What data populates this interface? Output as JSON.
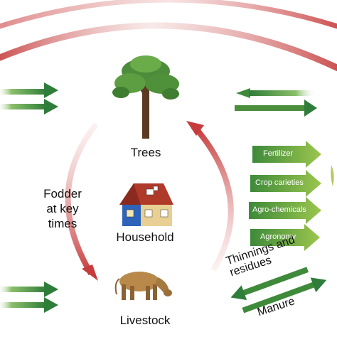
{
  "nodes": {
    "trees": "Trees",
    "household": "Household",
    "livestock": "Livestock"
  },
  "cycle_label": "Fodder\nat key\ntimes",
  "inputs": [
    "Fertilizer",
    "Crop carieties",
    "Agro-chemicals",
    "Agronomy"
  ],
  "exchanges": {
    "thinnings": "Thinnings and residues",
    "manure": "Manure"
  },
  "colors": {
    "cycle_arrow": "#c94040",
    "input_arrow_start": "#2f7d3a",
    "input_arrow_end": "#8cc04a",
    "outer_arc": "#c94a4a"
  }
}
